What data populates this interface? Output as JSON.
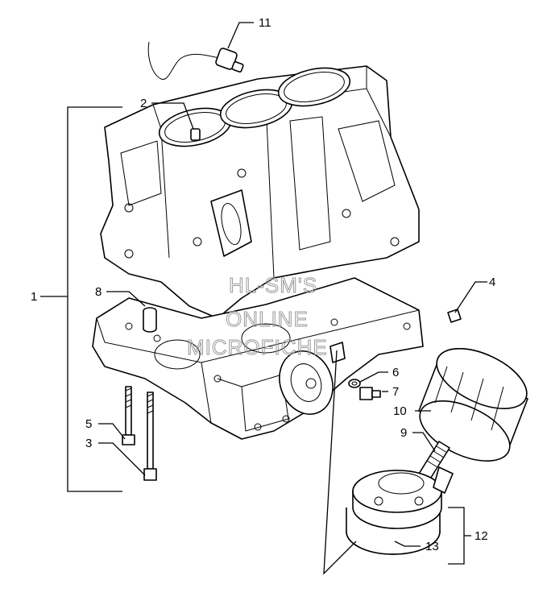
{
  "callouts": {
    "c1": "1",
    "c2": "2",
    "c3": "3",
    "c4": "4",
    "c5": "5",
    "c6": "6",
    "c7": "7",
    "c8": "8",
    "c9": "9",
    "c10": "10",
    "c11": "11",
    "c12": "12",
    "c13": "13"
  },
  "watermark": {
    "line1": "HL-SM'S",
    "line2": "ONLINE",
    "line3": "MICROFICHE"
  }
}
